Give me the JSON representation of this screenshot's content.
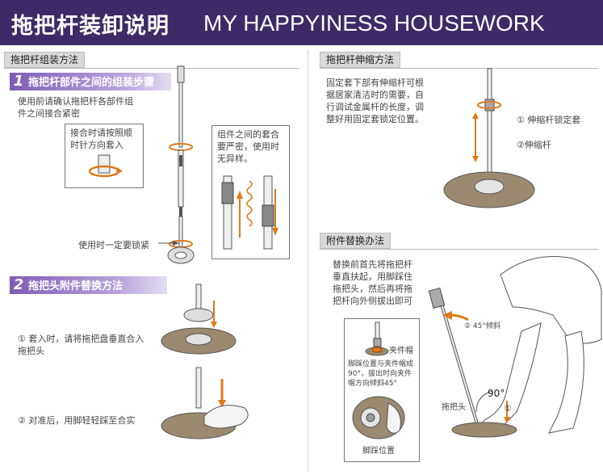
{
  "header": {
    "title_cn": "拖把杆装卸说明",
    "title_en": "MY HAPPYINESS HOUSEWORK"
  },
  "left": {
    "section_label": "拖把杆组装方法",
    "step1": {
      "num": "1",
      "title": "拖把杆部件之间的组装步骤",
      "intro": "使用前请确认拖把杆各部件组件之间接合紧密",
      "callout_a": "接合时请按照顺时针方向套入",
      "callout_b": "组件之间的套合要严密，使用时无异样。",
      "lock_note": "使用时一定要锁紧"
    },
    "step2": {
      "num": "2",
      "title": "拖把头附件替换方法",
      "item1": "① 套入时，请将拖把盘垂直合入拖把头",
      "item2": "② 对准后，用脚轻轻踩至合实"
    }
  },
  "right": {
    "telescopic": {
      "section_label": "拖把杆伸缩方法",
      "desc": "固定套下部有伸缩杆可根据居家清洁时的需要，自行调试金属杆的长度，调整好用固定套锁定位置。",
      "label1": "① 伸缩杆锁定套",
      "label2": "②伸缩杆"
    },
    "accessory": {
      "section_label": "附件替换办法",
      "desc": "替换前首先将拖把杆垂直扶起，用脚踩住拖把头，然后再将拖把杆向外侧拔出即可",
      "angle45": "② 45°倾斜",
      "clip_label": "夹件帽",
      "inset_text": "脚踩位置与夹件帽成90°，拔出时向夹件帽方向倾斜45°",
      "angle90": "90°",
      "circ1": "①",
      "head_label": "拖把头",
      "foot_label": "脚踩位置"
    }
  }
}
